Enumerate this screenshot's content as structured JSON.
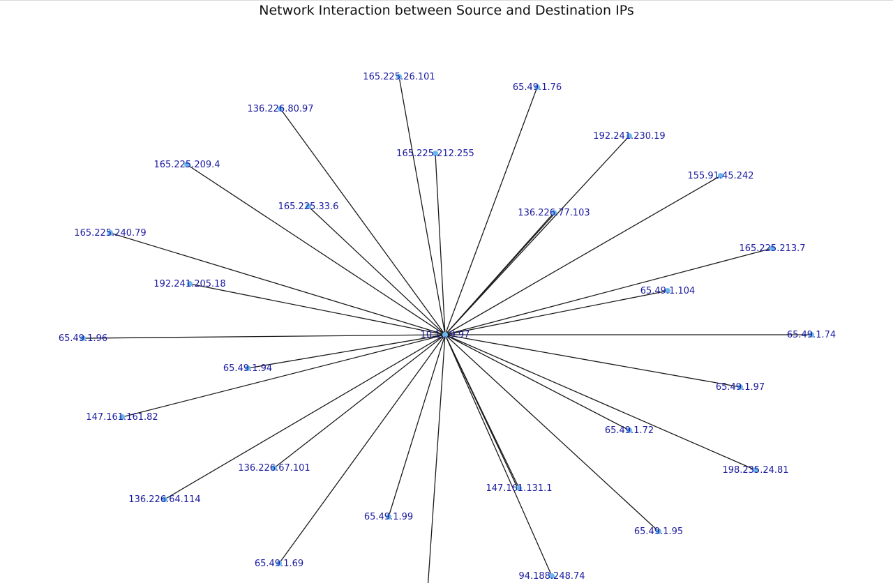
{
  "title": "Network Interaction between Source and Destination IPs",
  "colors": {
    "edge": "#1a1a1a",
    "node": "#6cb8ee",
    "label": "#1a1aa0"
  },
  "graph": {
    "center": {
      "id": "hub",
      "label": "10.1…9.97"
    },
    "nodes": [
      {
        "id": "n1",
        "label": "165.225.26.101"
      },
      {
        "id": "n2",
        "label": "65.49.1.76"
      },
      {
        "id": "n3",
        "label": "136.226.80.97"
      },
      {
        "id": "n4",
        "label": "192.241.230.19"
      },
      {
        "id": "n5",
        "label": "165.225.212.255"
      },
      {
        "id": "n6",
        "label": "155.91.45.242"
      },
      {
        "id": "n7",
        "label": "165.225.209.4"
      },
      {
        "id": "n8",
        "label": "165.225.33.6"
      },
      {
        "id": "n9",
        "label": "136.226.77.103"
      },
      {
        "id": "n10",
        "label": "165.225.240.79"
      },
      {
        "id": "n11",
        "label": "165.225.213.7"
      },
      {
        "id": "n12",
        "label": "192.241.205.18"
      },
      {
        "id": "n13",
        "label": "65.49.1.104"
      },
      {
        "id": "n14",
        "label": "65.49.1.96"
      },
      {
        "id": "n15",
        "label": "65.49.1.74"
      },
      {
        "id": "n16",
        "label": "65.49.1.94"
      },
      {
        "id": "n17",
        "label": "65.49.1.97"
      },
      {
        "id": "n18",
        "label": "147.161.161.82"
      },
      {
        "id": "n19",
        "label": "65.49.1.72"
      },
      {
        "id": "n20",
        "label": "198.235.24.81"
      },
      {
        "id": "n21",
        "label": "136.226.67.101"
      },
      {
        "id": "n22",
        "label": "147.161.131.1"
      },
      {
        "id": "n23",
        "label": "136.226.64.114"
      },
      {
        "id": "n24",
        "label": "65.49.1.99"
      },
      {
        "id": "n25",
        "label": "65.49.1.95"
      },
      {
        "id": "n26",
        "label": "65.49.1.69"
      },
      {
        "id": "n27",
        "label": "94.188.248.74"
      },
      {
        "id": "n28",
        "label": ""
      }
    ]
  }
}
